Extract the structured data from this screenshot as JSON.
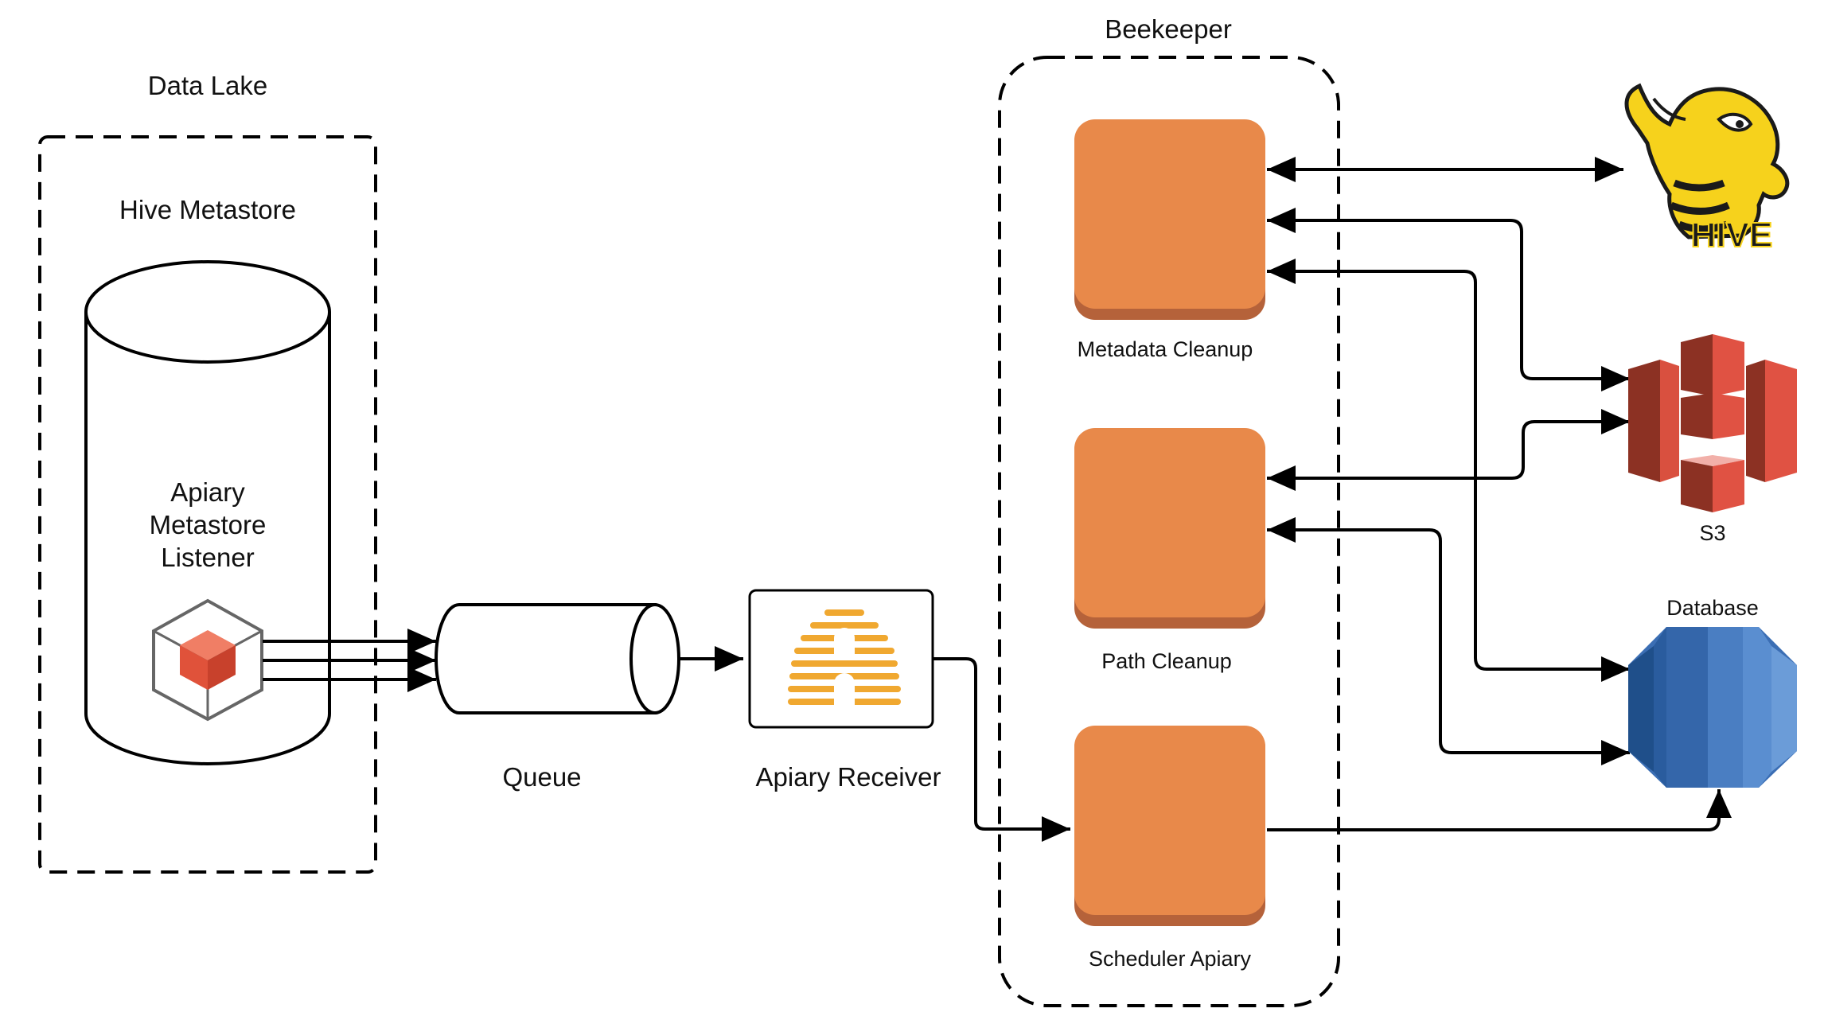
{
  "data_lake": {
    "title": "Data Lake",
    "subtitle": "Hive Metastore"
  },
  "listener": {
    "lines": [
      "Apiary",
      "Metastore",
      "Listener"
    ]
  },
  "queue": {
    "label": "Queue"
  },
  "receiver": {
    "label": "Apiary Receiver"
  },
  "beekeeper": {
    "title": "Beekeeper",
    "components": [
      {
        "label": "Metadata Cleanup"
      },
      {
        "label": "Path Cleanup"
      },
      {
        "label": "Scheduler Apiary"
      }
    ]
  },
  "targets": {
    "hive": {
      "logo_text": "HIVE"
    },
    "s3": {
      "label": "S3"
    },
    "database": {
      "label": "Database"
    }
  },
  "colors": {
    "component_orange": "#E8894A",
    "component_orange_shadow": "#B5623A",
    "s3_red": "#D9503F",
    "db_blue": "#3B6EB4",
    "hive_yellow": "#F6D21C",
    "apiary_orange": "#F0A830",
    "listener_cube": "#E0523A"
  }
}
